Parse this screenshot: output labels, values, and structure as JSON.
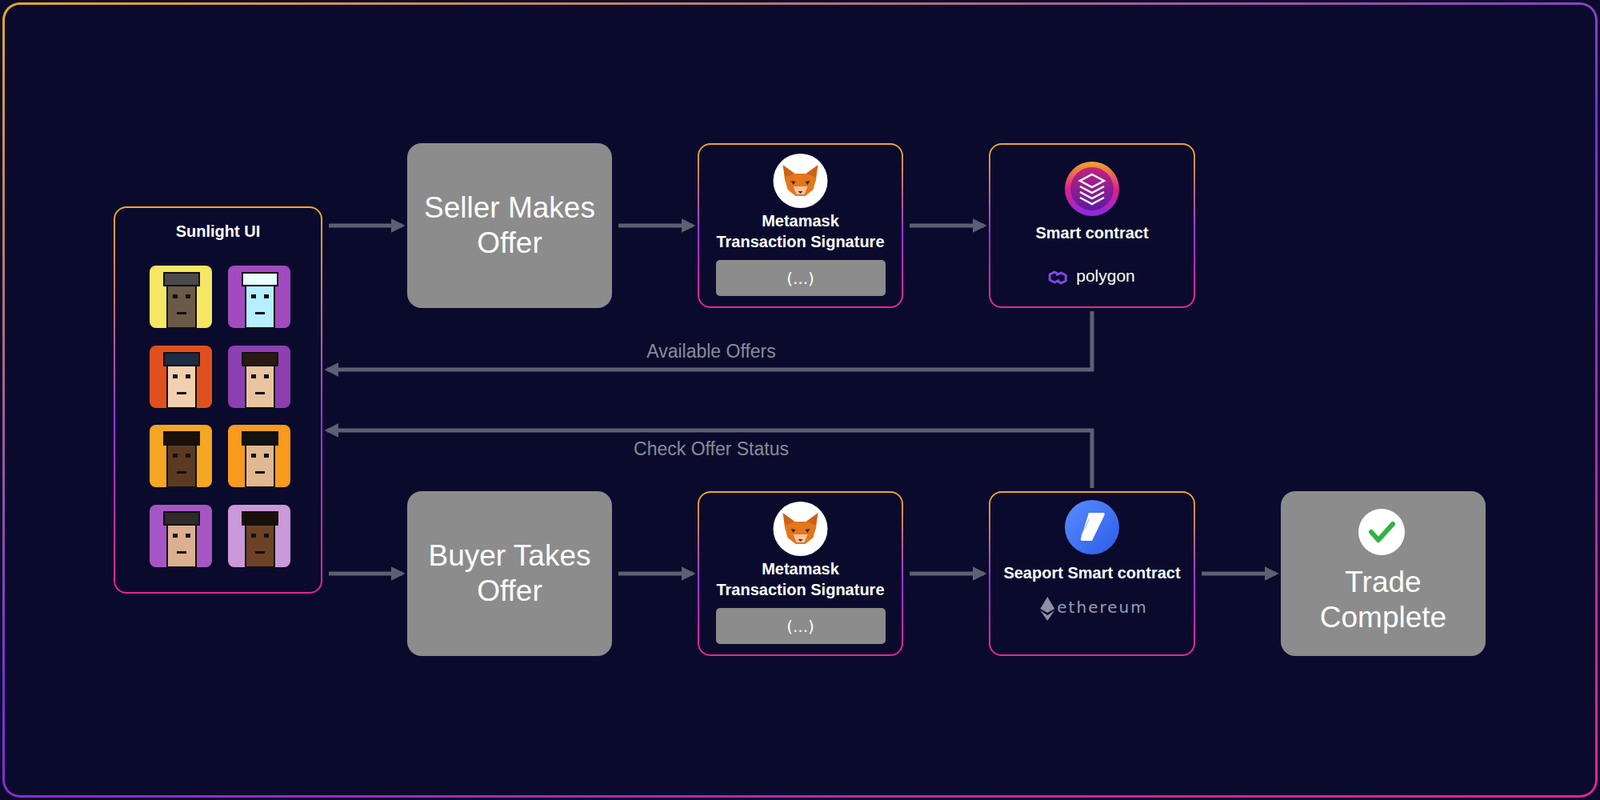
{
  "diagram": {
    "nodes": [
      {
        "text": [
          "Sunlight UI"
        ]
      },
      {
        "text": [
          "Seller Makes Offer"
        ]
      },
      {
        "text": [
          "Metamask Transaction Signature"
        ]
      },
      {
        "text": [
          "(...)"
        ],
        "in": 2
      },
      {
        "text": [
          "Smart contract",
          "polygon"
        ]
      },
      {
        "text": [
          "Buyer Takes Offer"
        ]
      },
      {
        "text": [
          "Metamask Transaction Signature"
        ]
      },
      {
        "text": [
          "(...)"
        ],
        "in": 6
      },
      {
        "text": [
          "Seaport Smart contract",
          "ethereum"
        ]
      },
      {
        "text": [
          "Trade Complete"
        ]
      }
    ],
    "edges": [
      {
        "from": 0,
        "to": 1,
        "arrow": "to"
      },
      {
        "from": 1,
        "to": 2,
        "arrow": "to"
      },
      {
        "from": 2,
        "to": 4,
        "arrow": "to"
      },
      {
        "from": 4,
        "to": 0,
        "label": "Available Offers",
        "arrow": "to"
      },
      {
        "from": 0,
        "to": 5,
        "arrow": "to"
      },
      {
        "from": 5,
        "to": 6,
        "arrow": "to"
      },
      {
        "from": 6,
        "to": 8,
        "arrow": "to"
      },
      {
        "from": 8,
        "to": 0,
        "label": "Check Offer Status",
        "arrow": "to"
      },
      {
        "from": 8,
        "to": 9,
        "arrow": "to"
      }
    ]
  }
}
